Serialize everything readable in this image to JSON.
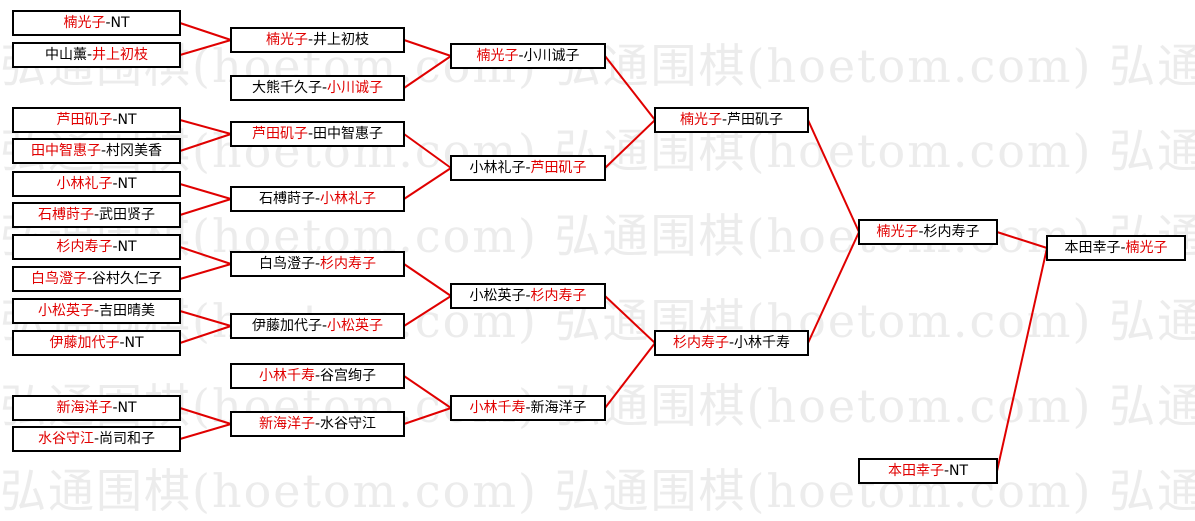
{
  "watermark": {
    "text": "弘通围棋(hoetom.com) 弘通围棋(hoetom.com) 弘通围棋(hoetom.com)"
  },
  "colors": {
    "winner": "#e00000",
    "loser": "#000000",
    "line": "#e00000"
  },
  "round1": [
    {
      "id": "r1-1",
      "p1": "楠光子",
      "sep": "-",
      "p2": "NT",
      "winner": 1
    },
    {
      "id": "r1-2",
      "p1": "中山薰",
      "sep": "-",
      "p2": "井上初枝",
      "winner": 2
    },
    {
      "id": "r1-3",
      "p1": "芦田矶子",
      "sep": "-",
      "p2": "NT",
      "winner": 1
    },
    {
      "id": "r1-4",
      "p1": "田中智惠子",
      "sep": "-",
      "p2": "村冈美香",
      "winner": 1
    },
    {
      "id": "r1-5",
      "p1": "小林礼子",
      "sep": "-",
      "p2": "NT",
      "winner": 1
    },
    {
      "id": "r1-6",
      "p1": "石榑莳子",
      "sep": "-",
      "p2": "武田贤子",
      "winner": 1
    },
    {
      "id": "r1-7",
      "p1": "杉内寿子",
      "sep": "-",
      "p2": "NT",
      "winner": 1
    },
    {
      "id": "r1-8",
      "p1": "白鸟澄子",
      "sep": "-",
      "p2": "谷村久仁子",
      "winner": 1
    },
    {
      "id": "r1-9",
      "p1": "小松英子",
      "sep": "-",
      "p2": "吉田晴美",
      "winner": 1
    },
    {
      "id": "r1-10",
      "p1": "伊藤加代子",
      "sep": "-",
      "p2": "NT",
      "winner": 1
    },
    {
      "id": "r1-11",
      "p1": "新海洋子",
      "sep": "-",
      "p2": "NT",
      "winner": 1
    },
    {
      "id": "r1-12",
      "p1": "水谷守江",
      "sep": "-",
      "p2": "尚司和子",
      "winner": 1
    }
  ],
  "round2": [
    {
      "id": "r2-1",
      "p1": "楠光子",
      "sep": "-",
      "p2": "井上初枝",
      "winner": 1
    },
    {
      "id": "r2-2",
      "p1": "大熊千久子",
      "sep": "-",
      "p2": "小川诚子",
      "winner": 2
    },
    {
      "id": "r2-3",
      "p1": "芦田矶子",
      "sep": "-",
      "p2": "田中智惠子",
      "winner": 1
    },
    {
      "id": "r2-4",
      "p1": "石榑莳子",
      "sep": "-",
      "p2": "小林礼子",
      "winner": 2
    },
    {
      "id": "r2-5",
      "p1": "白鸟澄子",
      "sep": "-",
      "p2": "杉内寿子",
      "winner": 2
    },
    {
      "id": "r2-6",
      "p1": "伊藤加代子",
      "sep": "-",
      "p2": "小松英子",
      "winner": 2
    },
    {
      "id": "r2-7",
      "p1": "小林千寿",
      "sep": "-",
      "p2": "谷宫绚子",
      "winner": 1
    },
    {
      "id": "r2-8",
      "p1": "新海洋子",
      "sep": "-",
      "p2": "水谷守江",
      "winner": 1
    }
  ],
  "round3": [
    {
      "id": "r3-1",
      "p1": "楠光子",
      "sep": "-",
      "p2": "小川诚子",
      "winner": 1
    },
    {
      "id": "r3-2",
      "p1": "小林礼子",
      "sep": "-",
      "p2": "芦田矶子",
      "winner": 2
    },
    {
      "id": "r3-3",
      "p1": "小松英子",
      "sep": "-",
      "p2": "杉内寿子",
      "winner": 2
    },
    {
      "id": "r3-4",
      "p1": "小林千寿",
      "sep": "-",
      "p2": "新海洋子",
      "winner": 1
    }
  ],
  "round4": [
    {
      "id": "r4-1",
      "p1": "楠光子",
      "sep": "-",
      "p2": "芦田矶子",
      "winner": 1
    },
    {
      "id": "r4-2",
      "p1": "杉内寿子",
      "sep": "-",
      "p2": "小林千寿",
      "winner": 1
    }
  ],
  "round5": [
    {
      "id": "r5-1",
      "p1": "楠光子",
      "sep": "-",
      "p2": "杉内寿子",
      "winner": 1
    },
    {
      "id": "r5-2",
      "p1": "本田幸子",
      "sep": "-",
      "p2": "NT",
      "winner": 1
    }
  ],
  "round6": [
    {
      "id": "r6-1",
      "p1": "本田幸子",
      "sep": "-",
      "p2": "楠光子",
      "winner": 2
    }
  ]
}
